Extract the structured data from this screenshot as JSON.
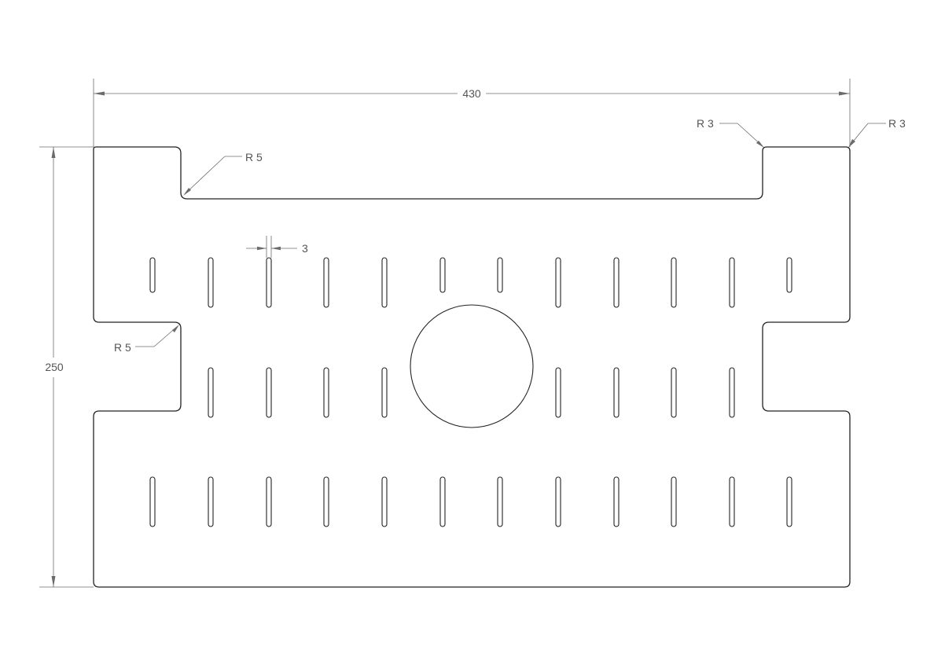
{
  "dimensions": {
    "width": "430",
    "height": "250",
    "slot_width": "3",
    "radius_top_notch": "R 5",
    "radius_side_notch": "R 5",
    "radius_top_right_inner": "R 3",
    "radius_top_right_outer": "R 3"
  },
  "colors": {
    "outline": "#222222",
    "dimension": "#6b6b6b",
    "background": "#ffffff"
  }
}
